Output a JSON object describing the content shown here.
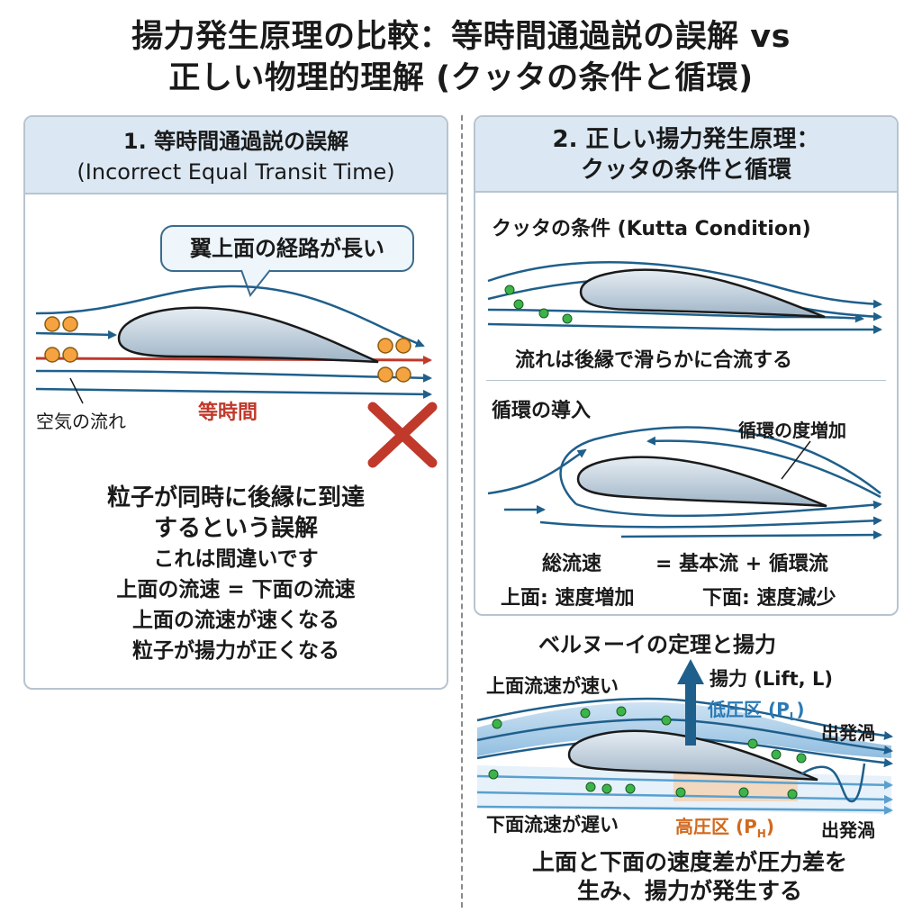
{
  "title": {
    "line1": "揚力発生原理の比較：等時間通過説の誤解 vs",
    "line2": "正しい物理的理解 (クッタの条件と循環)"
  },
  "panel1": {
    "header_line1": "1. 等時間通過説の誤解",
    "header_line2": "(Incorrect Equal Transit Time)",
    "bubble": "翼上面の経路が長い",
    "airflow_label": "空気の流れ",
    "equal_time_label": "等時間",
    "text_lines": [
      "粒子が同時に後縁に到達",
      "するという誤解",
      "これは間違いです",
      "上面の流速 = 下面の流速",
      "上面の流速が速くなる",
      "粒子が揚力が正くなる"
    ]
  },
  "panel2": {
    "header_line1": "2. 正しい揚力発生原理：",
    "header_line2": "クッタの条件と循環",
    "kutta_title": "クッタの条件 (Kutta Condition)",
    "kutta_caption": "流れは後縁で滑らかに合流する",
    "circulation_title": "循環の導入",
    "circulation_increase": "循環の度増加",
    "total_velocity": "総流速",
    "equation": "= 基本流 + 循環流",
    "upper_effect": "上面: 速度増加",
    "lower_effect": "下面: 速度減少"
  },
  "bernoulli": {
    "title": "ベルヌーイの定理と揚力",
    "upper_fast": "上面流速が速い",
    "lift": "揚力 (Lift, L)",
    "low_pressure": "低圧区 (P",
    "low_sub": "L",
    "paren_close": ")",
    "wake_top": "出発渦",
    "lower_slow": "下面流速が遅い",
    "high_pressure": "高圧区 (P",
    "high_sub": "H",
    "wake_bottom": "出発渦",
    "conclusion_line1": "上面と下面の速度差が圧力差を",
    "conclusion_line2": "生み、揚力が発生する"
  },
  "colors": {
    "flow_blue": "#1f5f8b",
    "red": "#c0392b",
    "panel_header_bg": "#dbe8f4",
    "particle_orange": "#f4a340",
    "particle_green": "#3cb44b",
    "low_pressure_blue": "#2a7ab5",
    "high_pressure_orange": "#d2691e"
  },
  "icons": [
    "x-mark-icon",
    "lift-arrow-icon",
    "airfoil-icon"
  ]
}
